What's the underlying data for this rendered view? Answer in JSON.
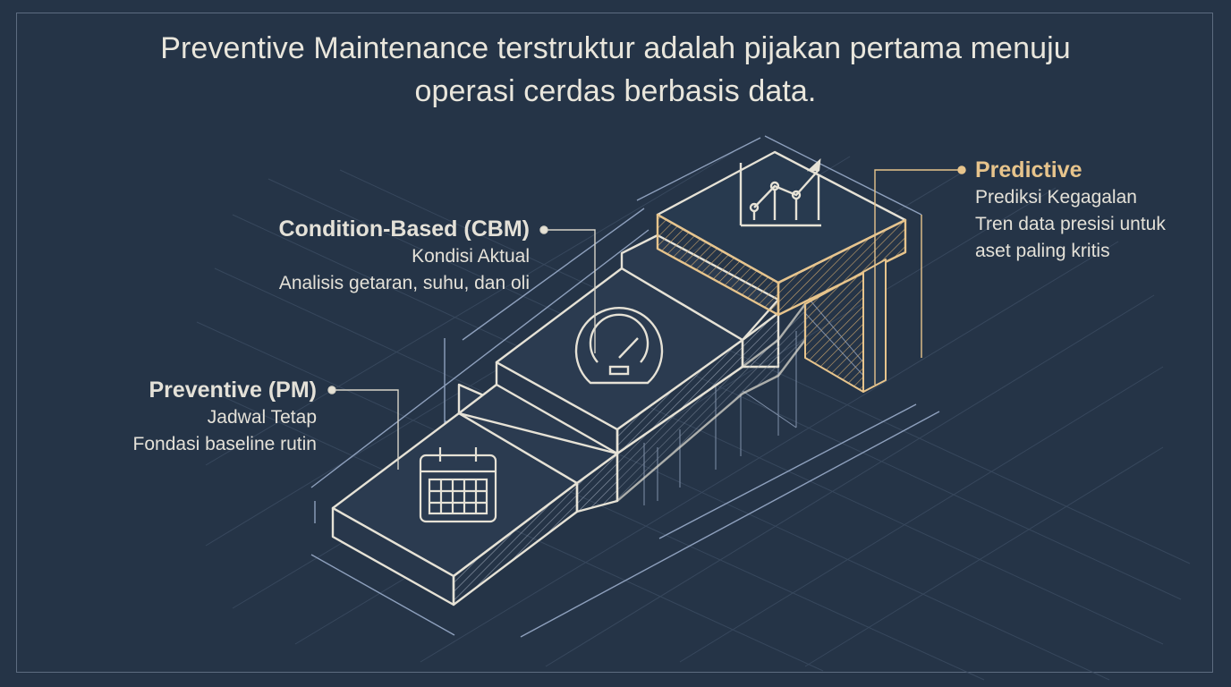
{
  "headline": {
    "line1": "Preventive Maintenance terstruktur adalah pijakan pertama menuju",
    "line2": "operasi cerdas berbasis data."
  },
  "steps": {
    "preventive": {
      "title": "Preventive (PM)",
      "subtitle": "Jadwal Tetap",
      "description": "Fondasi baseline rutin",
      "icon": "calendar-icon"
    },
    "condition_based": {
      "title": "Condition-Based (CBM)",
      "subtitle": "Kondisi Aktual",
      "description": "Analisis getaran, suhu, dan oli",
      "icon": "gauge-icon"
    },
    "predictive": {
      "title": "Predictive",
      "subtitle": "Prediksi Kegagalan",
      "description_line1": "Tren data presisi untuk",
      "description_line2": "aset paling kritis",
      "icon": "trend-chart-icon"
    }
  },
  "colors": {
    "background": "#253447",
    "line": "#e6e2d6",
    "accent": "#e7c48c",
    "dimension": "#8ea0bd"
  }
}
